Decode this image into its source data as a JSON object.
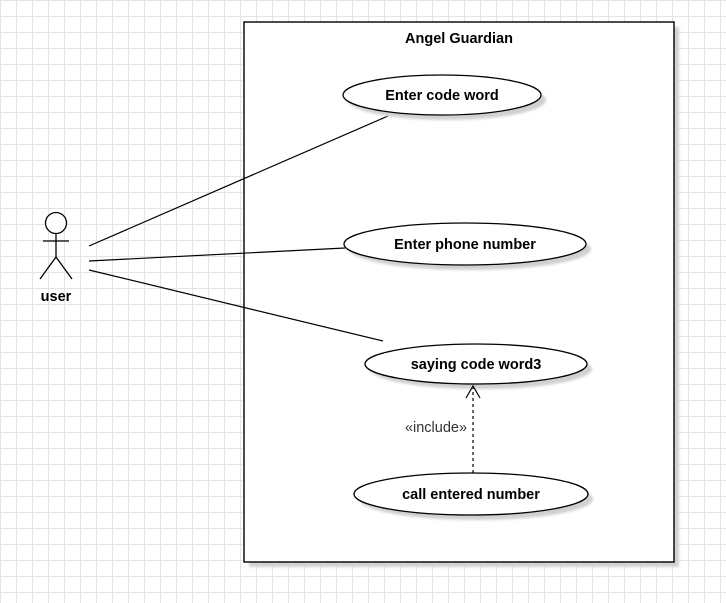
{
  "diagram": {
    "system": {
      "title": "Angel Guardian"
    },
    "actor": {
      "name": "user"
    },
    "use_cases": [
      {
        "label": "Enter code word"
      },
      {
        "label": "Enter phone number"
      },
      {
        "label": "saying code word3"
      },
      {
        "label": "call entered number"
      }
    ],
    "relations": [
      {
        "from": "user",
        "to": "Enter code word",
        "type": "association"
      },
      {
        "from": "user",
        "to": "Enter phone number",
        "type": "association"
      },
      {
        "from": "user",
        "to": "saying code word3",
        "type": "association"
      },
      {
        "from": "call entered number",
        "to": "saying code word3",
        "type": "include",
        "label": "«include»"
      }
    ]
  },
  "colors": {
    "line": "#000000",
    "grid": "#e4e4e4",
    "shadow": "#d0d0d0",
    "include_text": "#333333"
  }
}
